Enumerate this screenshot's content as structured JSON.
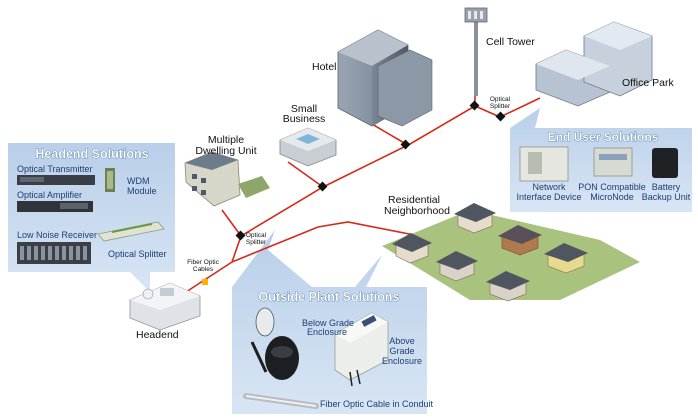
{
  "headend_panel": {
    "title": "Headend Solutions",
    "items": {
      "optical_transmitter": "Optical Transmitter",
      "optical_amplifier": "Optical Amplifier",
      "wdm_line1": "WDM",
      "wdm_line2": "Module",
      "low_noise_receiver": "Low Noise Receiver",
      "optical_splitter": "Optical Splitter"
    }
  },
  "end_user_panel": {
    "title": "End User Solutions",
    "items": {
      "nid_line1": "Network",
      "nid_line2": "Interface Device",
      "pon_line1": "PON Compatible",
      "pon_line2": "MicroNode",
      "battery_line1": "Battery",
      "battery_line2": "Backup Unit"
    }
  },
  "outside_plant_panel": {
    "title": "Outside Plant Solutions",
    "items": {
      "below_line1": "Below Grade",
      "below_line2": "Enclosure",
      "above_line1": "Above",
      "above_line2": "Grade",
      "above_line3": "Enclosure",
      "conduit": "Fiber Optic Cable in Conduit"
    }
  },
  "places": {
    "headend": "Headend",
    "mdu_line1": "Multiple",
    "mdu_line2": "Dwelling Unit",
    "small_business_line1": "Small",
    "small_business_line2": "Business",
    "hotel": "Hotel",
    "cell_tower": "Cell Tower",
    "office_park": "Office Park",
    "residential_line1": "Residential",
    "residential_line2": "Neighborhood"
  },
  "network_labels": {
    "splitter_top_line1": "Optical",
    "splitter_top_line2": "Splitter",
    "splitter_mid_line1": "Optical",
    "splitter_mid_line2": "Splitter",
    "fiber_line1": "Fiber Optic",
    "fiber_line2": "Cables"
  },
  "colors": {
    "panel_fill": "#c9daf0",
    "panel_title": "#ffffff",
    "fiber_line": "#d42a1a",
    "splitter_node": "#111111",
    "label_blue": "#1c3f73"
  }
}
